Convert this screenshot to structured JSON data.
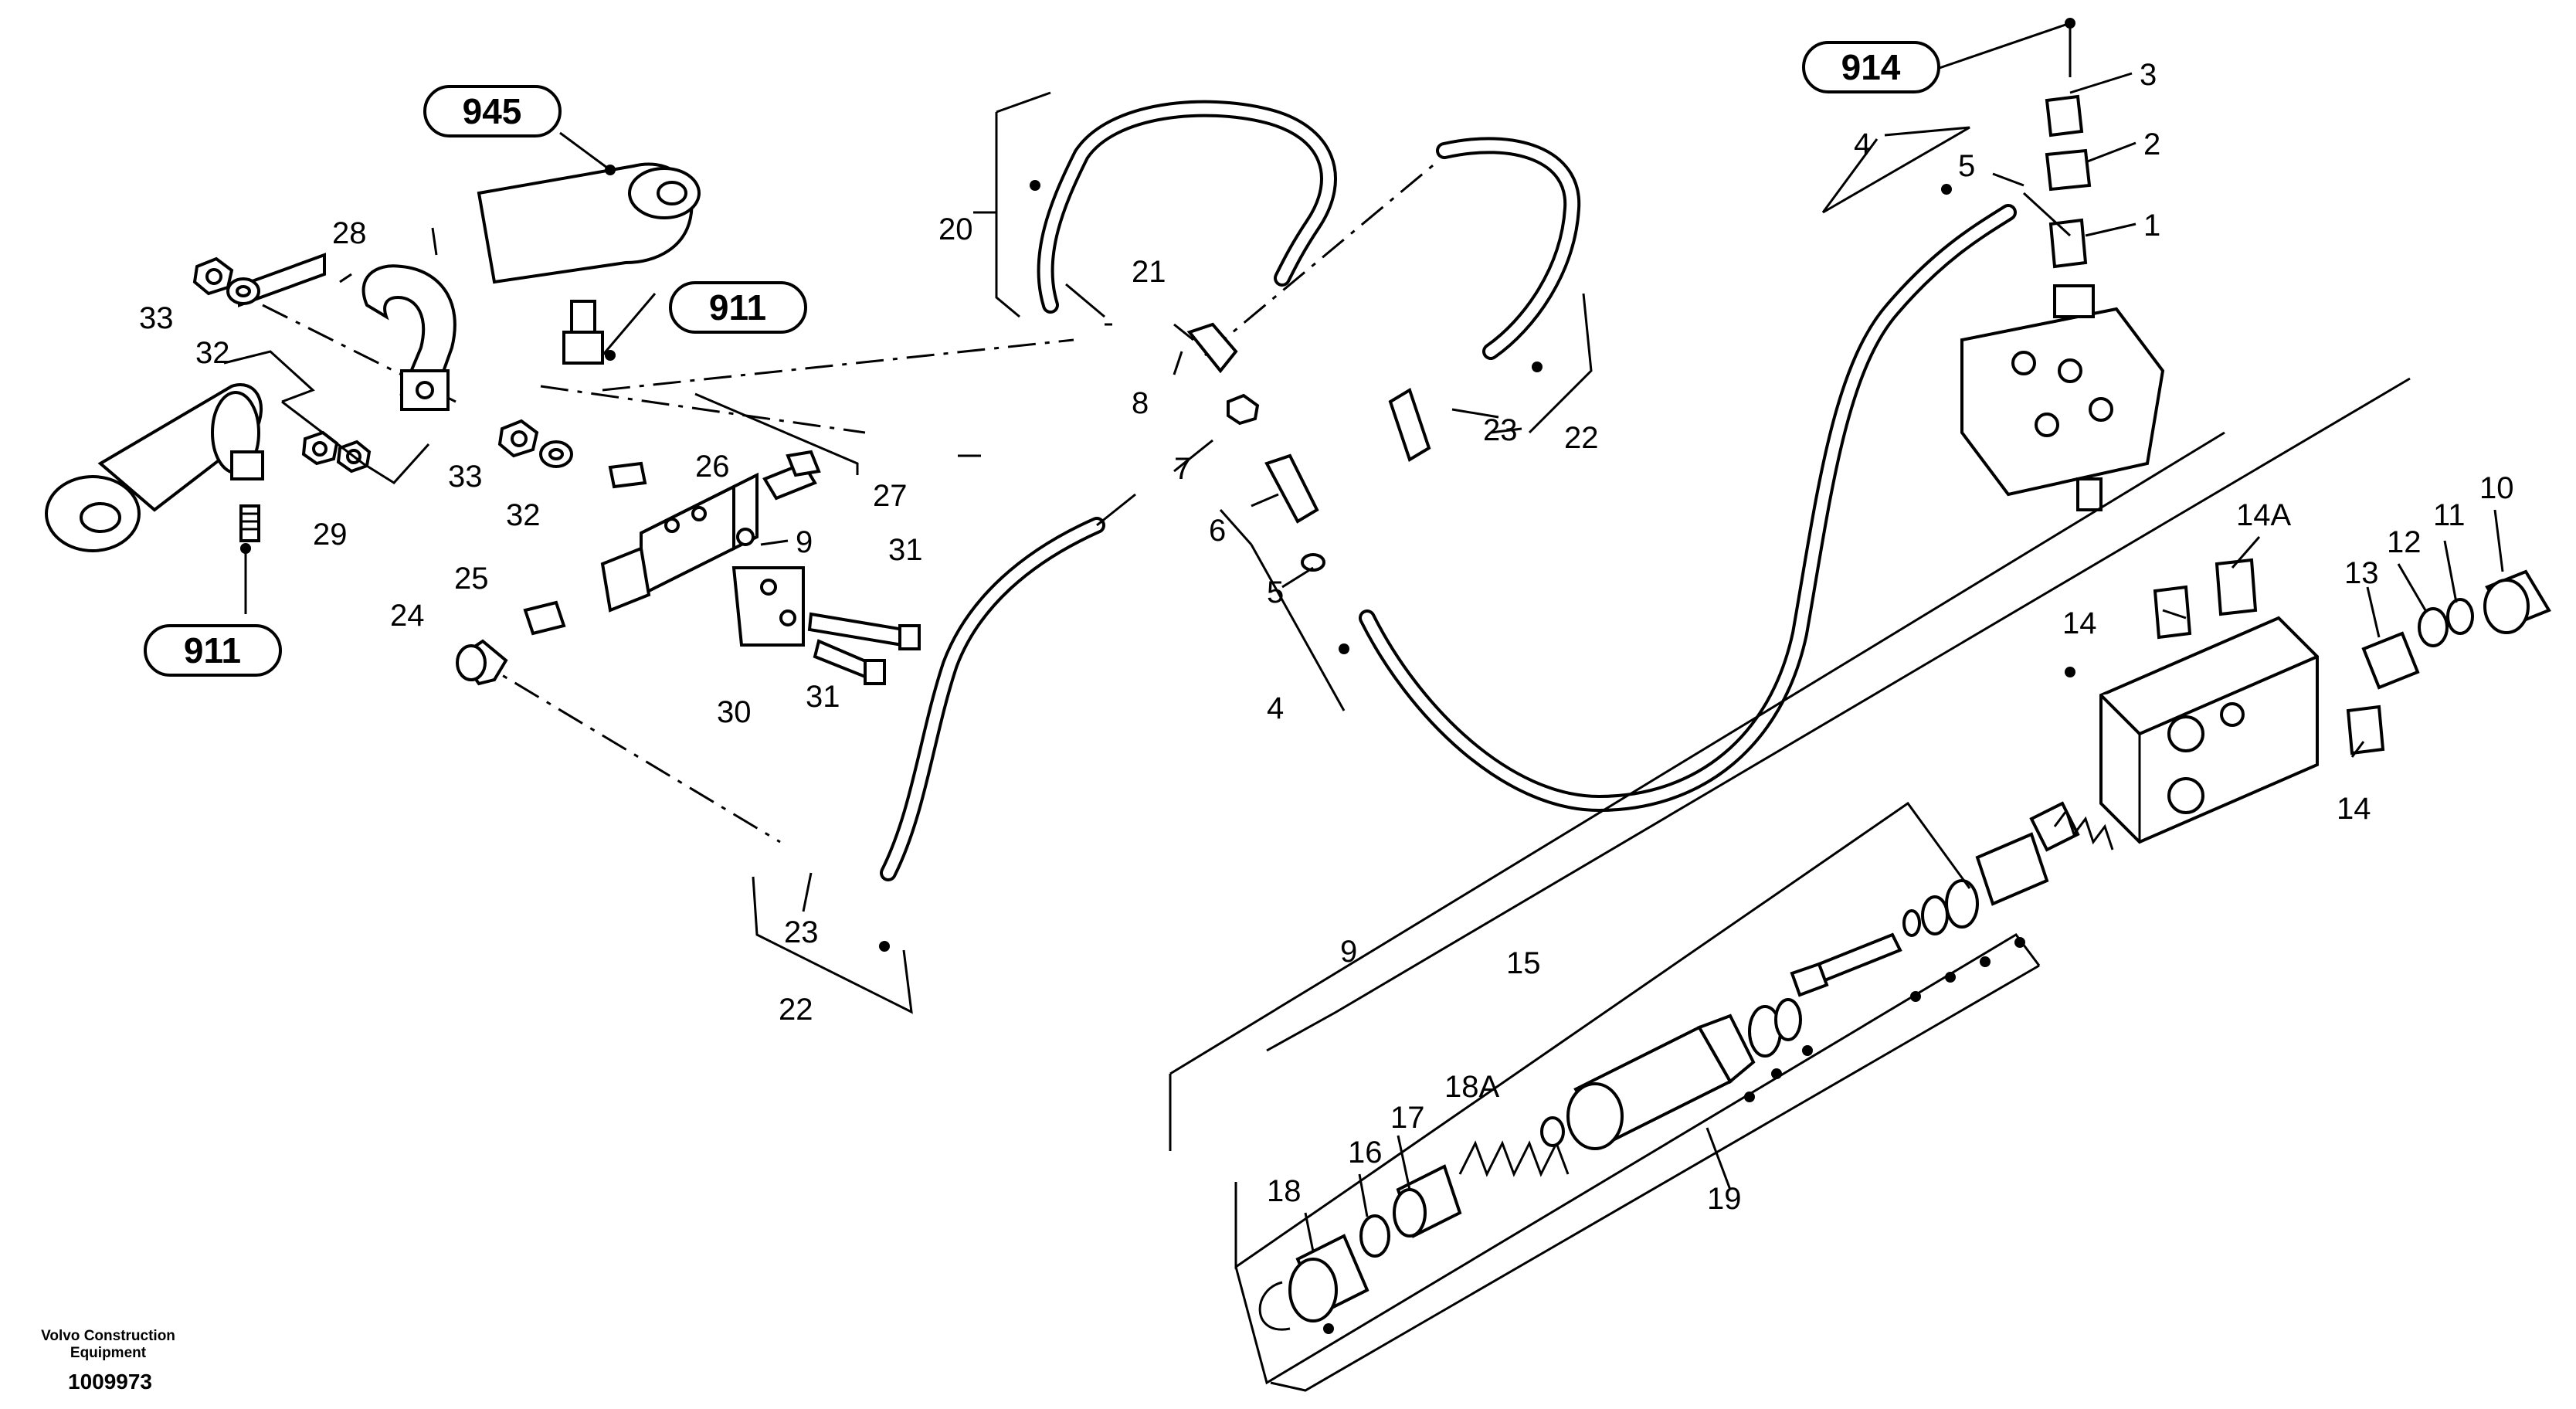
{
  "references": {
    "r945": "945",
    "r911_top": "911",
    "r911_bottom": "911",
    "r914": "914"
  },
  "callouts": {
    "c1": "1",
    "c2": "2",
    "c3": "3",
    "c4_top": "4",
    "c4_mid": "4",
    "c5_top": "5",
    "c5_mid": "5",
    "c6": "6",
    "c7": "7",
    "c8": "8",
    "c9_left": "9",
    "c9_bottom": "9",
    "c10": "10",
    "c11": "11",
    "c12": "12",
    "c13": "13",
    "c14a": "14A",
    "c14_left": "14",
    "c14_right": "14",
    "c15": "15",
    "c16": "16",
    "c17": "17",
    "c18": "18",
    "c18a": "18A",
    "c19": "19",
    "c20": "20",
    "c21": "21",
    "c22_right": "22",
    "c22_bottom": "22",
    "c23_right": "23",
    "c23_bottom": "23",
    "c24": "24",
    "c25": "25",
    "c26": "26",
    "c27": "27",
    "c28": "28",
    "c29": "29",
    "c30": "30",
    "c31_upper": "31",
    "c31_lower": "31",
    "c32_upper": "32",
    "c32_lower": "32",
    "c33_upper": "33",
    "c33_lower": "33"
  },
  "footer": {
    "brand_line1": "Volvo Construction",
    "brand_line2": "Equipment",
    "drawing_number": "1009973"
  }
}
